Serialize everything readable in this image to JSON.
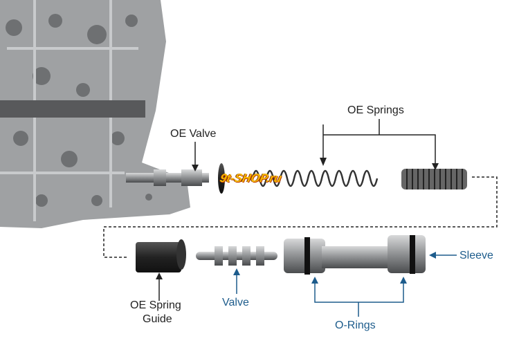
{
  "labels": {
    "oe_springs": "OE Springs",
    "oe_valve": "OE Valve",
    "oe_spring_guide_line1": "OE Spring",
    "oe_spring_guide_line2": "Guide",
    "valve": "Valve",
    "o_rings": "O-Rings",
    "sleeve": "Sleeve"
  },
  "watermark": "gt-shop.ru",
  "colors": {
    "dark_label": "#222222",
    "blue_label": "#1d5c8c",
    "casting": "#9a9c9e"
  }
}
